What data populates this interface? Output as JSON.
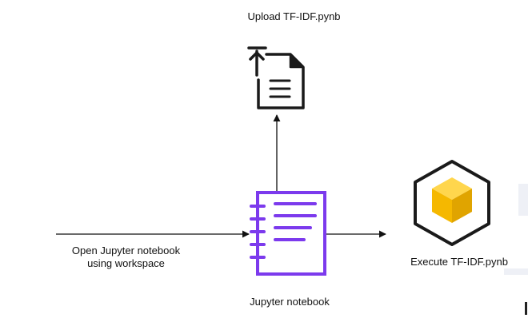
{
  "diagram": {
    "nodes": {
      "upload": {
        "label": "Upload TF-IDF.pynb",
        "icon": "document-upload-icon"
      },
      "jupyter": {
        "label": "Jupyter notebook",
        "icon": "notebook-icon"
      },
      "execute": {
        "label": "Execute TF-IDF.pynb",
        "icon": "cube-box-icon"
      }
    },
    "input_label": {
      "line1": "Open Jupyter notebook",
      "line2": "using workspace"
    },
    "colors": {
      "notebook": "#7c3aed",
      "cube_fill": "#f5b800",
      "cube_shade": "#ffd64d",
      "stroke": "#1a1a1a",
      "faint_watermark": "#eef0f6"
    }
  }
}
